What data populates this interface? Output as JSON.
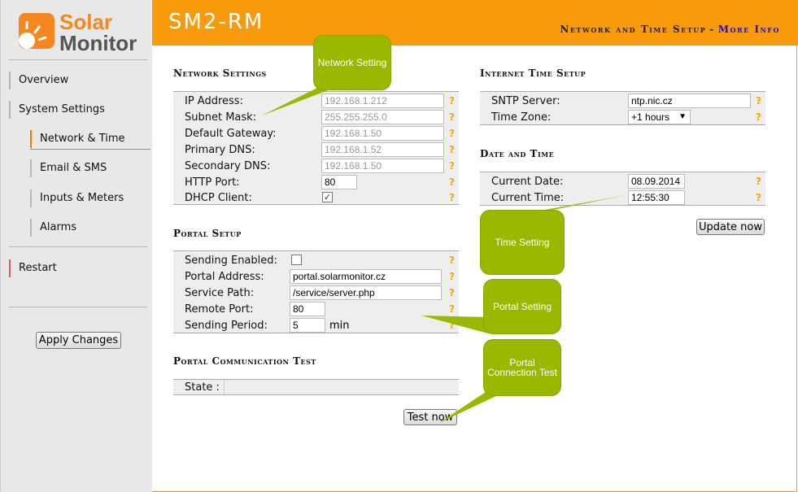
{
  "logo": {
    "line1": "Solar",
    "line2": "Monitor"
  },
  "header": {
    "app_title": "SM2-RM",
    "page_heading": "Network and Time Setup",
    "separator": "-",
    "more_info": "More Info"
  },
  "sidebar": {
    "overview": "Overview",
    "system_settings": "System Settings",
    "network_time": "Network & Time",
    "email_sms": "Email & SMS",
    "inputs_meters": "Inputs & Meters",
    "alarms": "Alarms",
    "restart": "Restart",
    "apply_changes": "Apply Changes"
  },
  "network_settings": {
    "heading": "Network Settings",
    "ip_label": "IP Address:",
    "ip_value": "192.168.1.212",
    "mask_label": "Subnet Mask:",
    "mask_value": "255.255.255.0",
    "gateway_label": "Default Gateway:",
    "gateway_value": "192.168.1.50",
    "pdns_label": "Primary DNS:",
    "pdns_value": "192.168.1.52",
    "sdns_label": "Secondary DNS:",
    "sdns_value": "192.168.1.50",
    "http_label": "HTTP Port:",
    "http_value": "80",
    "dhcp_label": "DHCP Client:",
    "dhcp_checked": true
  },
  "portal_setup": {
    "heading": "Portal Setup",
    "enabled_label": "Sending Enabled:",
    "enabled_checked": false,
    "address_label": "Portal Address:",
    "address_value": "portal.solarmonitor.cz",
    "path_label": "Service Path:",
    "path_value": "/service/server.php",
    "port_label": "Remote Port:",
    "port_value": "80",
    "period_label": "Sending Period:",
    "period_value": "5",
    "period_unit": "min"
  },
  "portal_test": {
    "heading": "Portal Communication Test",
    "state_label": "State :",
    "test_button": "Test now"
  },
  "internet_time": {
    "heading": "Internet Time Setup",
    "sntp_label": "SNTP Server:",
    "sntp_value": "ntp.nic.cz",
    "tz_label": "Time Zone:",
    "tz_value": "+1 hours"
  },
  "date_time": {
    "heading": "Date and Time",
    "date_label": "Current Date:",
    "date_value": "08.09.2014",
    "time_label": "Current Time:",
    "time_value": "12:55:30",
    "update_button": "Update now"
  },
  "help_mark": "?",
  "callouts": {
    "network": "Network Setting",
    "time": "Time Setting",
    "portal": "Portal Setting",
    "portal_test": "Portal Connection Test"
  },
  "colors": {
    "header": "#f79a0c",
    "callout": "#99b800",
    "help": "#f7a400",
    "more_info": "#1a10c8"
  }
}
